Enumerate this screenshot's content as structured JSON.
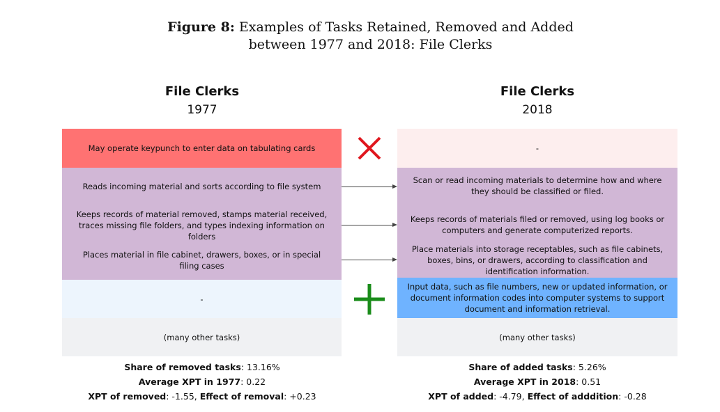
{
  "figure": {
    "label": "Figure 8:",
    "title_line1": "Examples of Tasks Retained, Removed and Added",
    "title_line2": "between 1977 and 2018: File Clerks"
  },
  "left": {
    "occupation": "File Clerks",
    "year": "1977",
    "removed": "May operate keypunch to enter data on tabulating cards",
    "retained": [
      "Reads incoming material and sorts according to file system",
      "Keeps records of material removed, stamps material received, traces missing file folders, and types indexing information on folders",
      "Places material in file cabinet, drawers, boxes, or in special filing cases"
    ],
    "added": "-",
    "other": "(many other tasks)",
    "stats": {
      "l1k": "Share of removed tasks",
      "l1v": ": 13.16%",
      "l2k": "Average XPT in 1977",
      "l2v": ": 0.22",
      "l3k": "XPT of removed",
      "l3v": ":  -1.55, ",
      "l3k2": "Effect of removal",
      "l3v2": ": +0.23"
    }
  },
  "right": {
    "occupation": "File Clerks",
    "year": "2018",
    "removed": "-",
    "retained": [
      "Scan or read incoming materials to determine how and where they should be classified or filed.",
      "Keeps records of materials filed or removed, using log books or computers and generate computerized reports.",
      "Place materials into storage receptables, such as file cabinets, boxes, bins, or drawers, according to classification and identification information."
    ],
    "added": "Input data, such as file numbers, new or updated information, or document information codes into computer systems to support document and information retrieval.",
    "other": "(many other tasks)",
    "stats": {
      "l1k": "Share of added tasks",
      "l1v": ": 5.26%",
      "l2k": "Average XPT in 2018",
      "l2v": ": 0.51",
      "l3k": "XPT of added",
      "l3v": ": -4.79, ",
      "l3k2": "Effect of adddition",
      "l3v2": ": -0.28"
    }
  },
  "colors": {
    "removed": "#ff7272",
    "retained": "#d1b7d6",
    "added": "#6fb3ff",
    "empty_removed": "#fdeeee",
    "empty_added": "#edf5fd",
    "other": "#f0f1f3",
    "cross": "#e0161e",
    "plus": "#1a8c1a"
  }
}
